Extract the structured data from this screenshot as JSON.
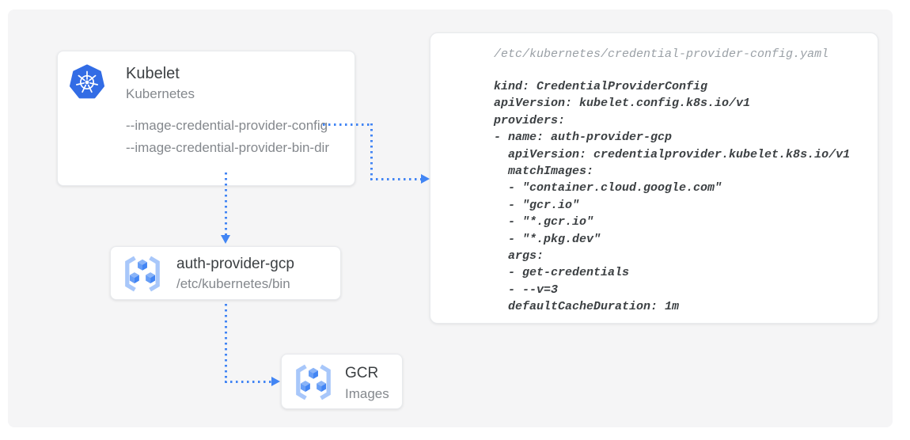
{
  "colors": {
    "accent_blue": "#4285f4",
    "canvas_bg": "#f5f5f6",
    "card_bg": "#ffffff",
    "title_text": "#3c4043",
    "muted_text": "#84888d",
    "code_text": "#3c4043",
    "code_path_text": "#9aa0a6",
    "kubernetes_blue": "#326ce5",
    "registry_icon_bracket": "#a8c7fa",
    "registry_icon_cube": "#4285f4"
  },
  "nodes": {
    "kubelet": {
      "icon": "kubernetes-helm-icon",
      "title": "Kubelet",
      "subtitle": "Kubernetes",
      "flags": [
        "--image-credential-provider-config",
        "--image-credential-provider-bin-dir"
      ]
    },
    "auth_provider": {
      "icon": "container-registry-icon",
      "title": "auth-provider-gcp",
      "subtitle": "/etc/kubernetes/bin"
    },
    "gcr": {
      "icon": "container-registry-icon",
      "title": "GCR",
      "subtitle": "Images"
    }
  },
  "code_panel": {
    "path": "/etc/kubernetes/credential-provider-config.yaml",
    "code": "kind: CredentialProviderConfig\napiVersion: kubelet.config.k8s.io/v1\nproviders:\n- name: auth-provider-gcp\n  apiVersion: credentialprovider.kubelet.k8s.io/v1\n  matchImages:\n  - \"container.cloud.google.com\"\n  - \"gcr.io\"\n  - \"*.gcr.io\"\n  - \"*.pkg.dev\"\n  args:\n  - get-credentials\n  - --v=3\n  defaultCacheDuration: 1m"
  },
  "connectors": [
    {
      "from": "kubelet-config-flag",
      "to": "yaml-panel",
      "style": "dotted-blue-arrow"
    },
    {
      "from": "kubelet",
      "to": "auth-provider-gcp",
      "style": "dotted-blue-arrow"
    },
    {
      "from": "auth-provider-gcp",
      "to": "gcr",
      "style": "dotted-blue-arrow"
    }
  ]
}
